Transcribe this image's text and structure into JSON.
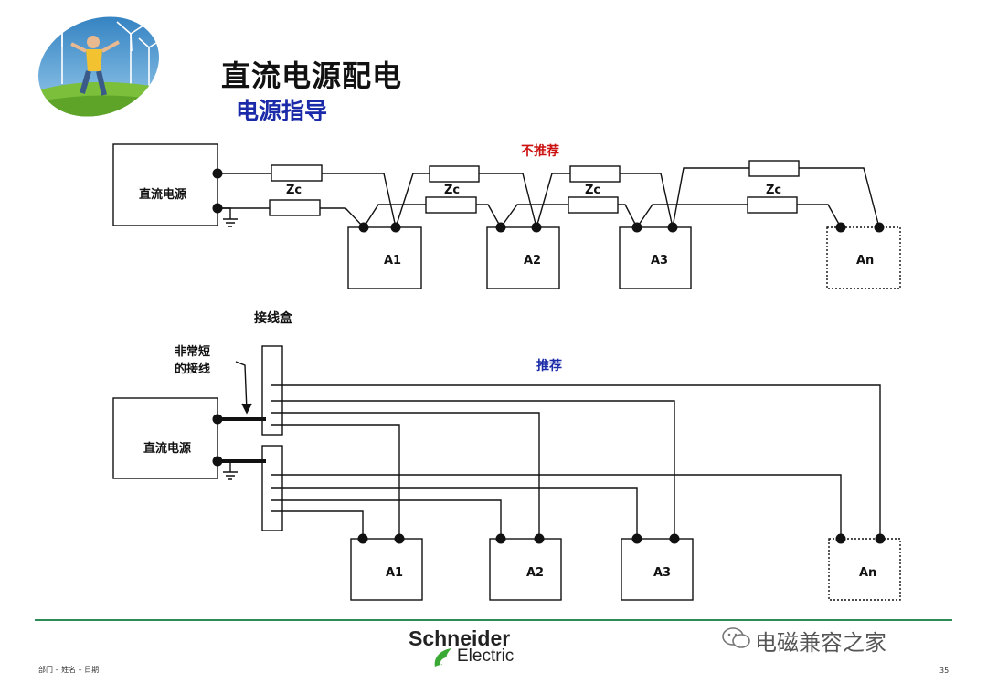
{
  "slide": {
    "title": "直流电源配电",
    "subtitle": "电源指导",
    "page_number": "35",
    "footer_left": "部门 – 姓名 – 日期"
  },
  "logo": {
    "line1": "Schneider",
    "line2": "Electric"
  },
  "watermark": "电磁兼容之家",
  "diagram_top": {
    "label": "不推荐",
    "source_label": "直流电源",
    "impedance_label": "Zc",
    "loads": [
      "A1",
      "A2",
      "A3",
      "An"
    ]
  },
  "diagram_bottom": {
    "label": "推荐",
    "source_label": "直流电源",
    "junction_box_label": "接线盒",
    "short_wire_label_line1": "非常短",
    "short_wire_label_line2": "的接线",
    "loads": [
      "A1",
      "A2",
      "A3",
      "An"
    ]
  },
  "colors": {
    "title": "#111111",
    "subtitle": "#1a2aa8",
    "not_recommended": "#cc1111",
    "recommended": "#1a2aa8",
    "footer_rule": "#2e8b57"
  }
}
